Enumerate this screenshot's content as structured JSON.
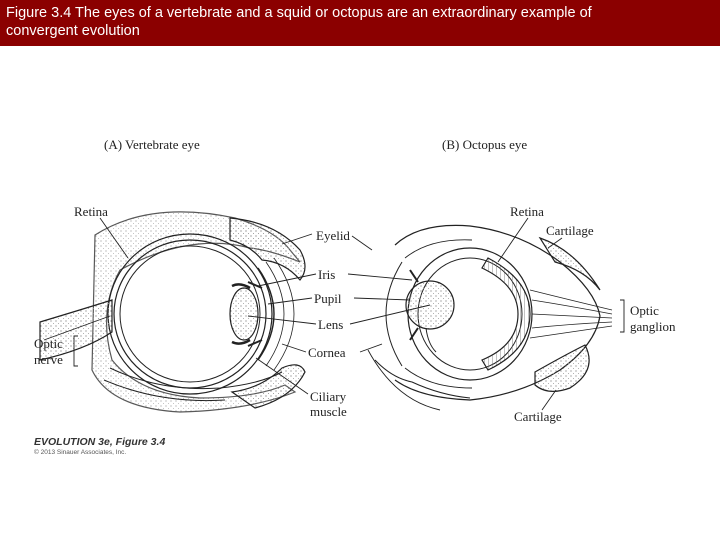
{
  "header": {
    "caption_line1": "Figure 3.4  The eyes of a vertebrate and a squid or octopus are an extraordinary example of",
    "caption_line2": "convergent evolution",
    "background_color": "#8b0000"
  },
  "panels": {
    "a_title": "(A) Vertebrate eye",
    "b_title": "(B) Octopus eye"
  },
  "labels_a": {
    "retina": "Retina",
    "optic_line1": "Optic",
    "optic_line2": "nerve"
  },
  "labels_center": {
    "eyelid": "Eyelid",
    "iris": "Iris",
    "pupil": "Pupil",
    "lens": "Lens",
    "cornea": "Cornea",
    "ciliary_line1": "Ciliary",
    "ciliary_line2": "muscle"
  },
  "labels_b": {
    "retina": "Retina",
    "cartilage_top": "Cartilage",
    "optic_line1": "Optic",
    "optic_line2": "ganglion",
    "cartilage_bottom": "Cartilage"
  },
  "credit": {
    "title": "EVOLUTION 3e, Figure 3.4",
    "copyright": "© 2013 Sinauer Associates, Inc."
  }
}
